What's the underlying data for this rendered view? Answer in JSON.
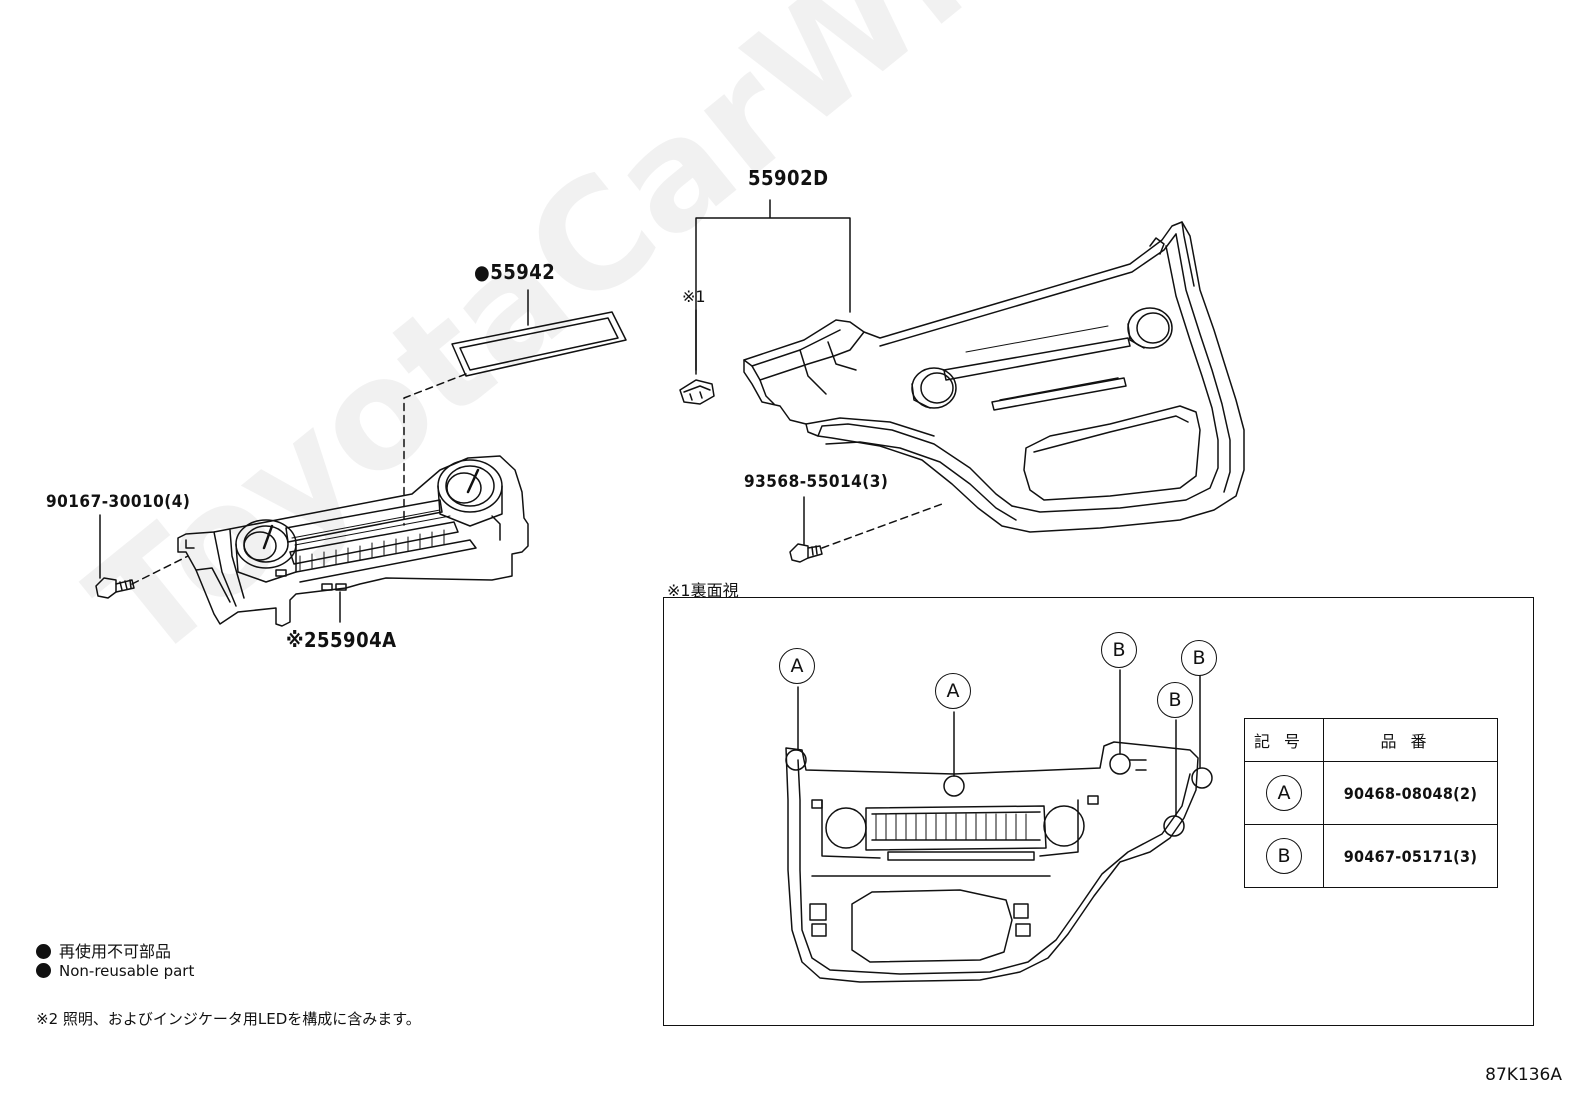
{
  "watermark": "ToyotaCarWire.ru",
  "parts": {
    "panel_assembly": "55902D",
    "seal": "●55942",
    "ac_control": "※255904A",
    "screw_left": "90167-30010(4)",
    "screw_right": "93568-55014(3)",
    "back_note_ref": "※1"
  },
  "inset": {
    "title": "※1裏面視",
    "callouts": [
      "A",
      "A",
      "B",
      "B",
      "B"
    ],
    "table": {
      "headers": [
        "記号",
        "品番"
      ],
      "rows": [
        {
          "symbol": "A",
          "part_no": "90468-08048(2)"
        },
        {
          "symbol": "B",
          "part_no": "90467-05171(3)"
        }
      ]
    }
  },
  "legend": {
    "jp": "再使用不可部品",
    "en": "Non-reusable part",
    "note2": "※2 照明、およびインジケータ用LEDを構成に含みます。"
  },
  "figure_code": "87K136A"
}
